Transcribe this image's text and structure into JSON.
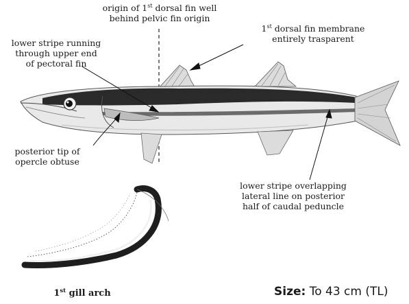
{
  "annotations": {
    "dorsal_origin": {
      "l1_pre": "origin of 1",
      "l1_sup": "st",
      "l1_post": " dorsal fin well",
      "l2": "behind pelvic fin origin"
    },
    "dorsal_membrane": {
      "l1_pre": "1",
      "l1_sup": "st",
      "l1_post": " dorsal fin membrane",
      "l2": "entirely trasparent"
    },
    "lower_stripe_pectoral": {
      "l1": "lower stripe running",
      "l2": "through upper end",
      "l3": "of pectoral fin"
    },
    "opercle": {
      "l1": "posterior tip of",
      "l2": "opercle obtuse"
    },
    "caudal_peduncle": {
      "l1": "lower stripe overlapping",
      "l2": "lateral line on posterior",
      "l3": "half of caudal peduncle"
    }
  },
  "gill_caption": {
    "pre": "1",
    "sup": "st",
    "post": " gill arch"
  },
  "size": {
    "label": "Size:",
    "value": " To 43 cm (TL)"
  }
}
